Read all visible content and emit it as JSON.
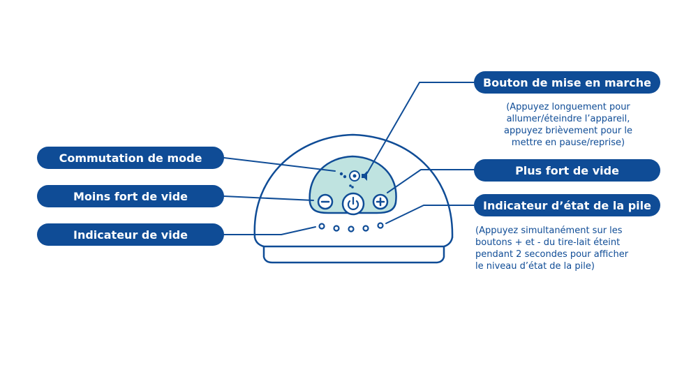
{
  "labels": {
    "power_button": "Bouton de mise en marche",
    "mode_switch": "Commutation de mode",
    "less_vacuum": "Moins fort de vide",
    "vacuum_indicator": "Indicateur de vide",
    "more_vacuum": "Plus fort de vide",
    "battery_indicator": "Indicateur d’état de la pile"
  },
  "notes": {
    "power_button": [
      "(Appuyez longuement pour",
      "allumer/éteindre l’appareil,",
      "appuyez brièvement pour le",
      "mettre en pause/reprise)"
    ],
    "battery_indicator": [
      "(Appuyez simultanément sur les",
      "boutons + et - du tire-lait éteint",
      "pendant 2 secondes pour afficher",
      "le niveau d’état de la pile)"
    ]
  },
  "colors": {
    "accent": "#0f4c96",
    "panel": "#bfe3e0",
    "background": "#ffffff"
  },
  "icons": [
    "power-icon",
    "minus-icon",
    "plus-icon",
    "mode-icon",
    "droplet-icon",
    "speaker-icon"
  ]
}
